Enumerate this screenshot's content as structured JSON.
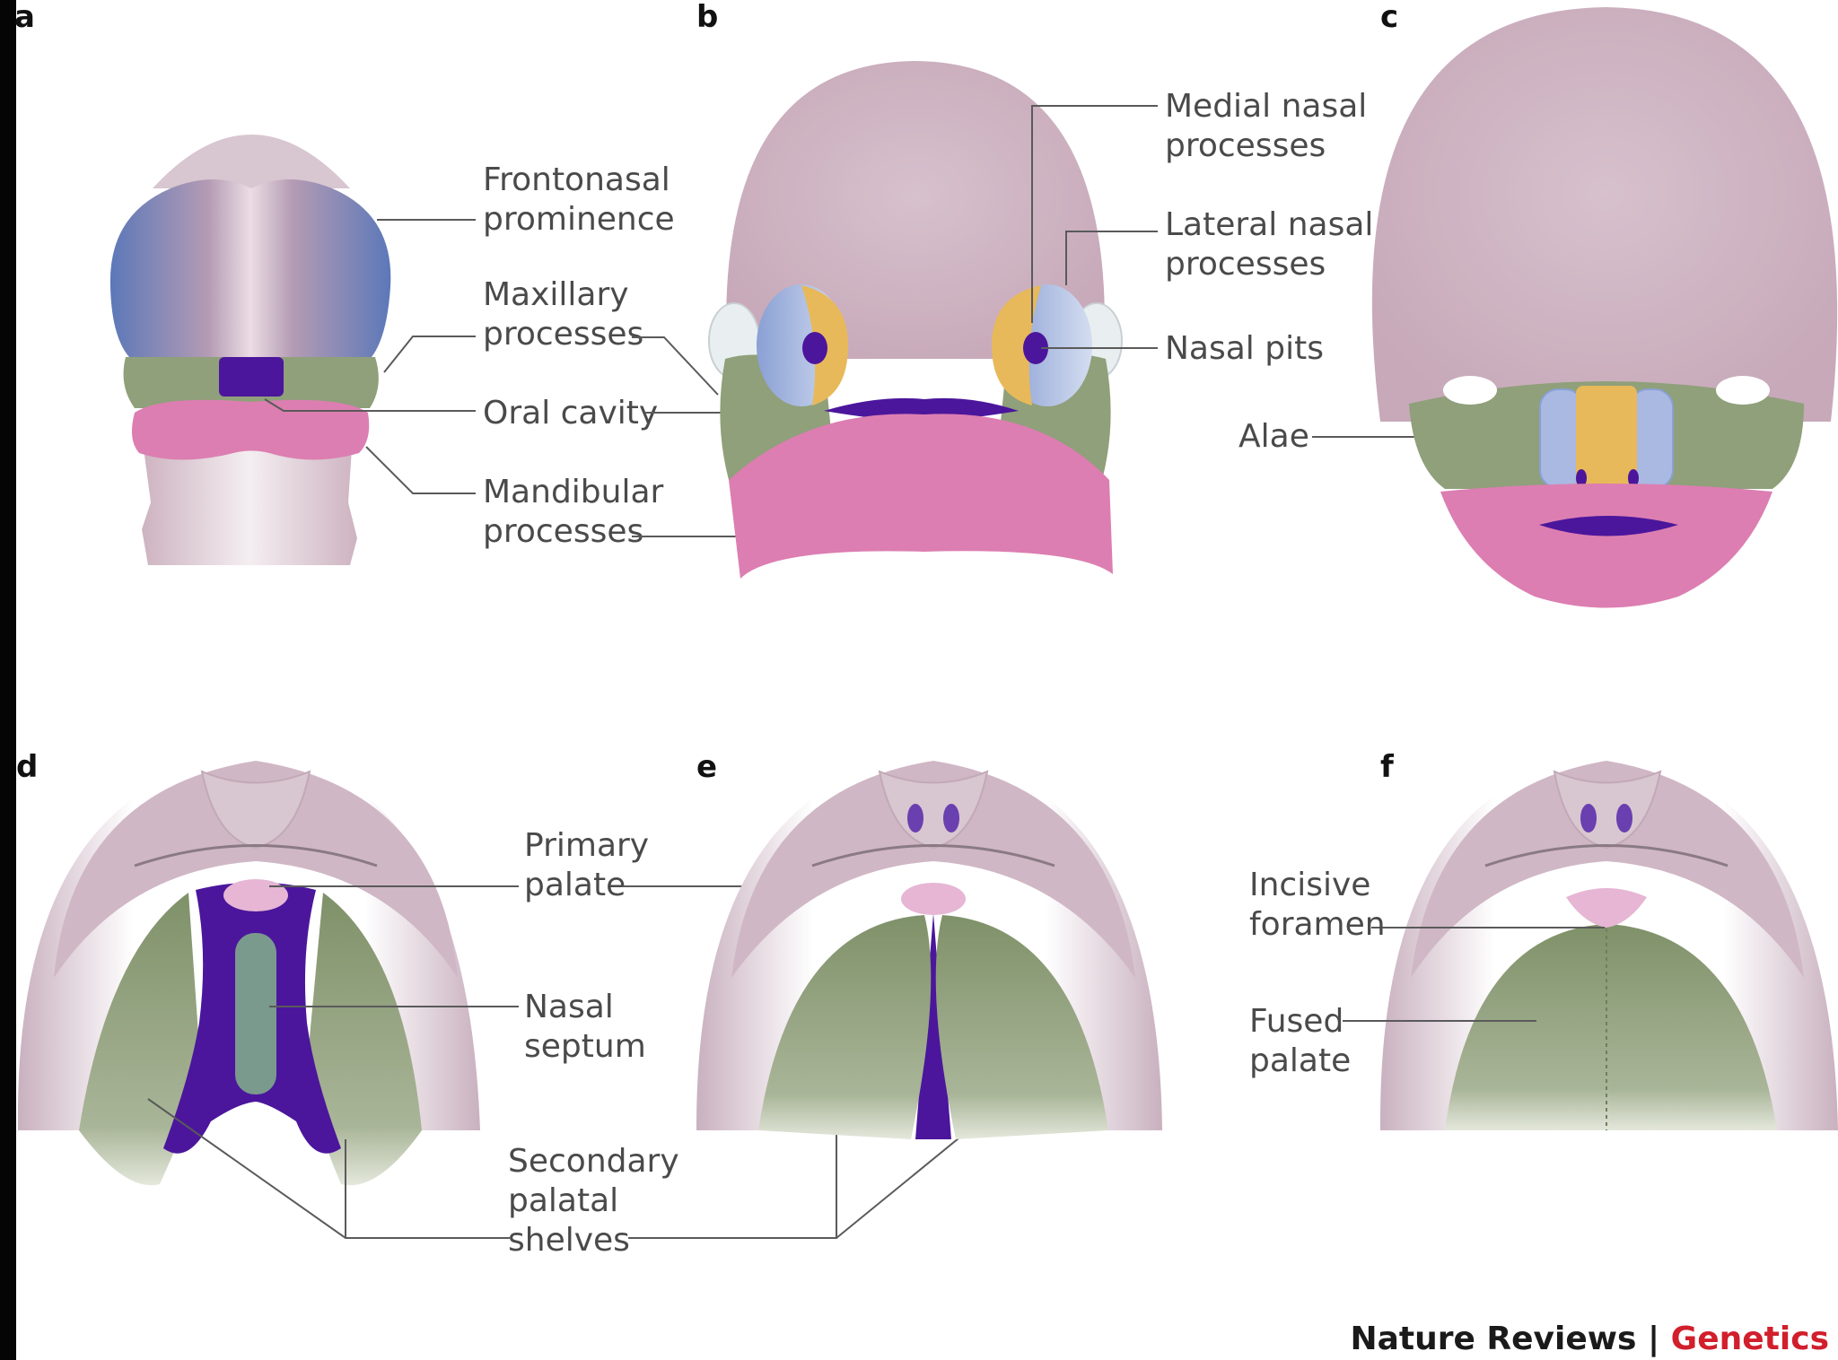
{
  "panels": [
    "a",
    "b",
    "c",
    "d",
    "e",
    "f"
  ],
  "labels": {
    "frontonasal": [
      "Frontonasal",
      "prominence"
    ],
    "maxillary": [
      "Maxillary",
      "processes"
    ],
    "oral_cavity": "Oral cavity",
    "mandibular": [
      "Mandibular",
      "processes"
    ],
    "medial_nasal": [
      "Medial nasal",
      "processes"
    ],
    "lateral_nasal": [
      "Lateral nasal",
      "processes"
    ],
    "nasal_pits": "Nasal pits",
    "alae": "Alae",
    "primary_palate": [
      "Primary",
      "palate"
    ],
    "nasal_septum": [
      "Nasal",
      "septum"
    ],
    "secondary_shelves": [
      "Secondary",
      "palatal",
      "shelves"
    ],
    "incisive_foramen": [
      "Incisive",
      "foramen"
    ],
    "fused_palate": [
      "Fused",
      "palate"
    ]
  },
  "credit": {
    "journal": "Nature Reviews",
    "separator": " | ",
    "section": "Genetics"
  },
  "colors": {
    "head": "#d4bcc8",
    "frontonasal": "#6f86bf",
    "maxillary": "#8fa07a",
    "mandibular": "#d97aae",
    "oral": "#4b169c",
    "medial_nasal": "#e8b95a",
    "lateral_nasal": "#a9b9e2",
    "palate": "#8a9b72",
    "credit_red": "#d11f2c"
  }
}
